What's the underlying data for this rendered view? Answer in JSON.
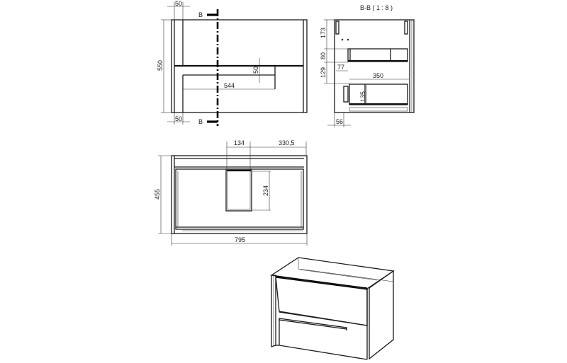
{
  "drawing": {
    "plan_view": {
      "section_marker_top": "B",
      "section_marker_bottom": "B",
      "dim_left_top": "50",
      "dim_left_bottom": "50",
      "dim_height": "550",
      "dim_gap": "50",
      "dim_width_inner": "544"
    },
    "section_view": {
      "title": "B-B ( 1 : 8 )",
      "dim_173": "173",
      "dim_80": "80",
      "dim_129": "129",
      "dim_77": "77",
      "dim_350": "350",
      "dim_135": "135",
      "dim_56": "56"
    },
    "front_view": {
      "dim_134": "134",
      "dim_330_5": "330,5",
      "dim_455": "455",
      "dim_234": "234",
      "dim_795": "795"
    },
    "iso_view": {
      "label": "cabinet-isometric"
    }
  }
}
